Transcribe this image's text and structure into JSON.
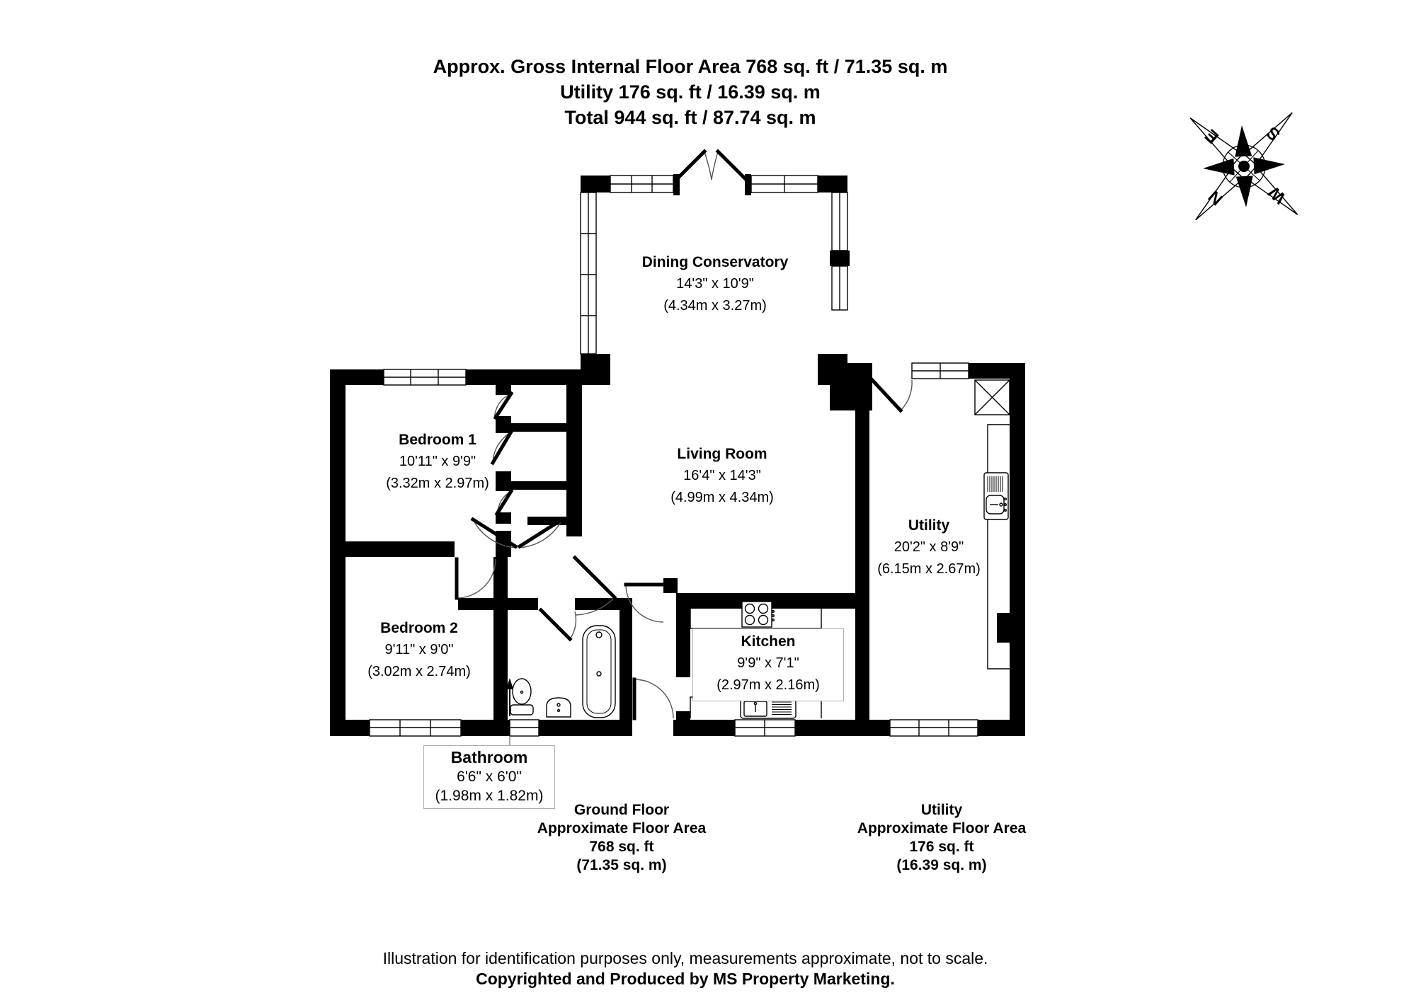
{
  "title": {
    "line1": "Approx. Gross Internal Floor Area 768 sq. ft / 71.35 sq. m",
    "line2": "Utility 176 sq. ft / 16.39 sq. m",
    "line3": "Total 944 sq. ft / 87.74 sq. m"
  },
  "rooms": {
    "conservatory": {
      "name": "Dining Conservatory",
      "imperial": "14'3\" x 10'9\"",
      "metric": "(4.34m x 3.27m)"
    },
    "living": {
      "name": "Living Room",
      "imperial": "16'4\" x 14'3\"",
      "metric": "(4.99m x 4.34m)"
    },
    "bedroom1": {
      "name": "Bedroom 1",
      "imperial": "10'11\" x 9'9\"",
      "metric": "(3.32m x 2.97m)"
    },
    "bedroom2": {
      "name": "Bedroom 2",
      "imperial": "9'11\" x 9'0\"",
      "metric": "(3.02m x 2.74m)"
    },
    "kitchen": {
      "name": "Kitchen",
      "imperial": "9'9\" x 7'1\"",
      "metric": "(2.97m x 2.16m)"
    },
    "utility": {
      "name": "Utility",
      "imperial": "20'2\" x 8'9\"",
      "metric": "(6.15m x 2.67m)"
    },
    "bathroom": {
      "name": "Bathroom",
      "imperial": "6'6\" x 6'0\"",
      "metric": "(1.98m x 1.82m)"
    }
  },
  "footers": {
    "ground_floor": {
      "line1": "Ground Floor",
      "line2": "Approximate Floor Area",
      "line3": "768 sq. ft",
      "line4": "(71.35 sq. m)"
    },
    "utility": {
      "line1": "Utility",
      "line2": "Approximate Floor Area",
      "line3": "176 sq. ft",
      "line4": "(16.39 sq. m)"
    }
  },
  "disclaimer": {
    "line1": "Illustration for identification purposes only, measurements approximate, not to scale.",
    "line2": "Copyrighted  and Produced by MS Property Marketing."
  },
  "compass": {
    "n": "N",
    "e": "E",
    "s": "S",
    "w": "W"
  },
  "colors": {
    "wall": "#000000",
    "background": "#ffffff",
    "arc": "#555555",
    "label_border": "#aeaeae"
  }
}
